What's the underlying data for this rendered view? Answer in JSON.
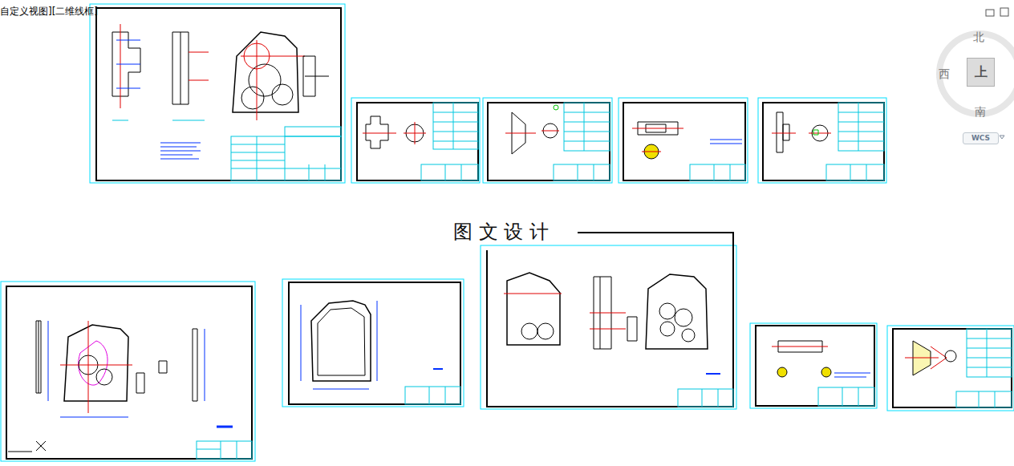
{
  "diagram": {
    "nodes": [
      {
        "text": [
          "上"
        ]
      },
      {
        "text": [
          "WCS"
        ]
      }
    ],
    "labels": [
      "自定义视图][二维线框]",
      "北",
      "西",
      "南",
      "图 文 设 计"
    ]
  }
}
